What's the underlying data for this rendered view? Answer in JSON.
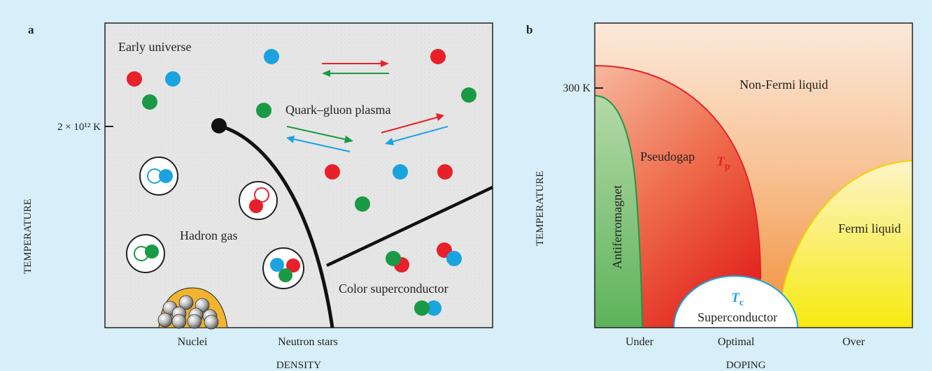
{
  "panel_a": {
    "panel_label": "a",
    "y_axis_label": "TEMPERATURE",
    "x_axis_label": "DENSITY",
    "temperature_tick": "2 × 10¹² K",
    "regions": {
      "early_universe": "Early universe",
      "quark_gluon_plasma": "Quark–gluon plasma",
      "hadron_gas": "Hadron gas",
      "color_superconductor": "Color superconductor"
    },
    "x_tick_labels": {
      "nuclei": "Nuclei",
      "neutron_stars": "Neutron stars"
    },
    "quark_colors": {
      "red": "#e8202a",
      "green": "#1a9a44",
      "blue": "#1ba3e0"
    }
  },
  "panel_b": {
    "panel_label": "b",
    "y_axis_label": "TEMPERATURE",
    "x_axis_label": "DOPING",
    "temperature_tick": "300 K",
    "regions": {
      "non_fermi_liquid": "Non-Fermi liquid",
      "pseudogap": "Pseudogap",
      "antiferromagnet": "Antiferromagnet",
      "fermi_liquid": "Fermi liquid",
      "superconductor": "Superconductor"
    },
    "curve_labels": {
      "tp": "T",
      "tp_sub": "p",
      "tc": "T",
      "tc_sub": "c"
    },
    "x_tick_labels": {
      "under": "Under",
      "optimal": "Optimal",
      "over": "Over"
    },
    "colors": {
      "tp_curve": "#e8202a",
      "tc_curve": "#1ba3e0",
      "afm_curve": "#1a9a44",
      "fermi_curve": "#f2d400"
    }
  }
}
